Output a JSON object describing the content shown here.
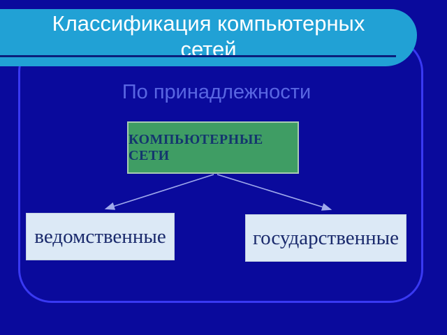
{
  "slide": {
    "title": "Классификация компьютерных сетей",
    "subtitle": "По принадлежности",
    "diagram": {
      "root_label": "КОМПЬЮТЕРНЫЕ СЕТИ",
      "children": [
        {
          "label": "ведомственные"
        },
        {
          "label": "государственные"
        }
      ]
    },
    "colors": {
      "background": "#0A0A9C",
      "title_bar": "#21A1D5",
      "title_text": "#FFFFFF",
      "title_underline": "#0A1F7A",
      "content_frame_border": "#3939F2",
      "subtitle_text": "#5966E2",
      "root_box_fill": "#3F9D64",
      "root_box_border": "#A8CBB2",
      "root_box_text": "#14366E",
      "child_box_fill": "#DCE9F6",
      "child_box_text": "#1A2A6C",
      "arrow": "#9FA9EC"
    }
  }
}
